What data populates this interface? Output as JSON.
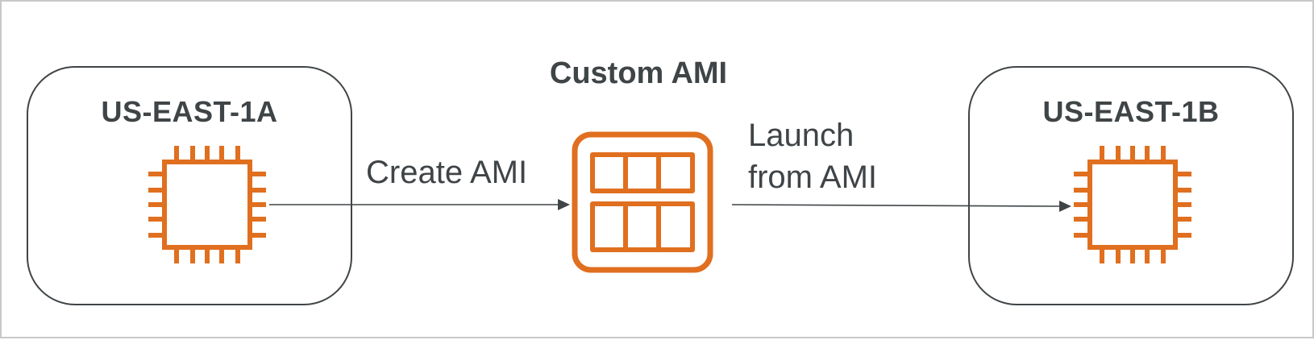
{
  "nodes": {
    "az_a": {
      "title": "US-EAST-1A"
    },
    "az_b": {
      "title": "US-EAST-1B"
    },
    "ami": {
      "title": "Custom AMI"
    }
  },
  "edges": {
    "create": {
      "label": "Create AMI"
    },
    "launch": {
      "line1": "Launch",
      "line2": "from AMI"
    }
  },
  "colors": {
    "instance_orange": "#e06f1f",
    "text_dark": "#3f4447",
    "arrow": "#3f4447"
  },
  "icons": {
    "instance": "ec2-instance-chip-icon",
    "ami": "ami-grid-icon"
  }
}
